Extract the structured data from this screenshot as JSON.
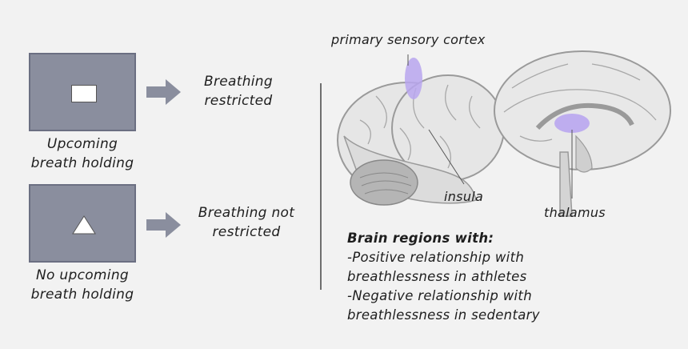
{
  "left": {
    "cue1_caption": [
      "Upcoming",
      "breath holding"
    ],
    "cue2_caption": [
      "No upcoming",
      "breath holding"
    ],
    "outcome1": [
      "Breathing",
      "restricted"
    ],
    "outcome2": [
      "Breathing not",
      "restricted"
    ]
  },
  "right": {
    "label_cortex": "primary sensory cortex",
    "label_insula": "insula",
    "label_thalamus": "thalamus",
    "legend_title": "Brain regions with:",
    "legend_lines": [
      "-Positive relationship with",
      "breathlessness in athletes",
      "-Negative relationship with",
      "breathlessness in sedentary"
    ]
  },
  "colors": {
    "background": "#f2f2f2",
    "cue_box": "#8a8e9e",
    "arrow": "#8a8e9e",
    "highlight": "#b9a6ef"
  }
}
